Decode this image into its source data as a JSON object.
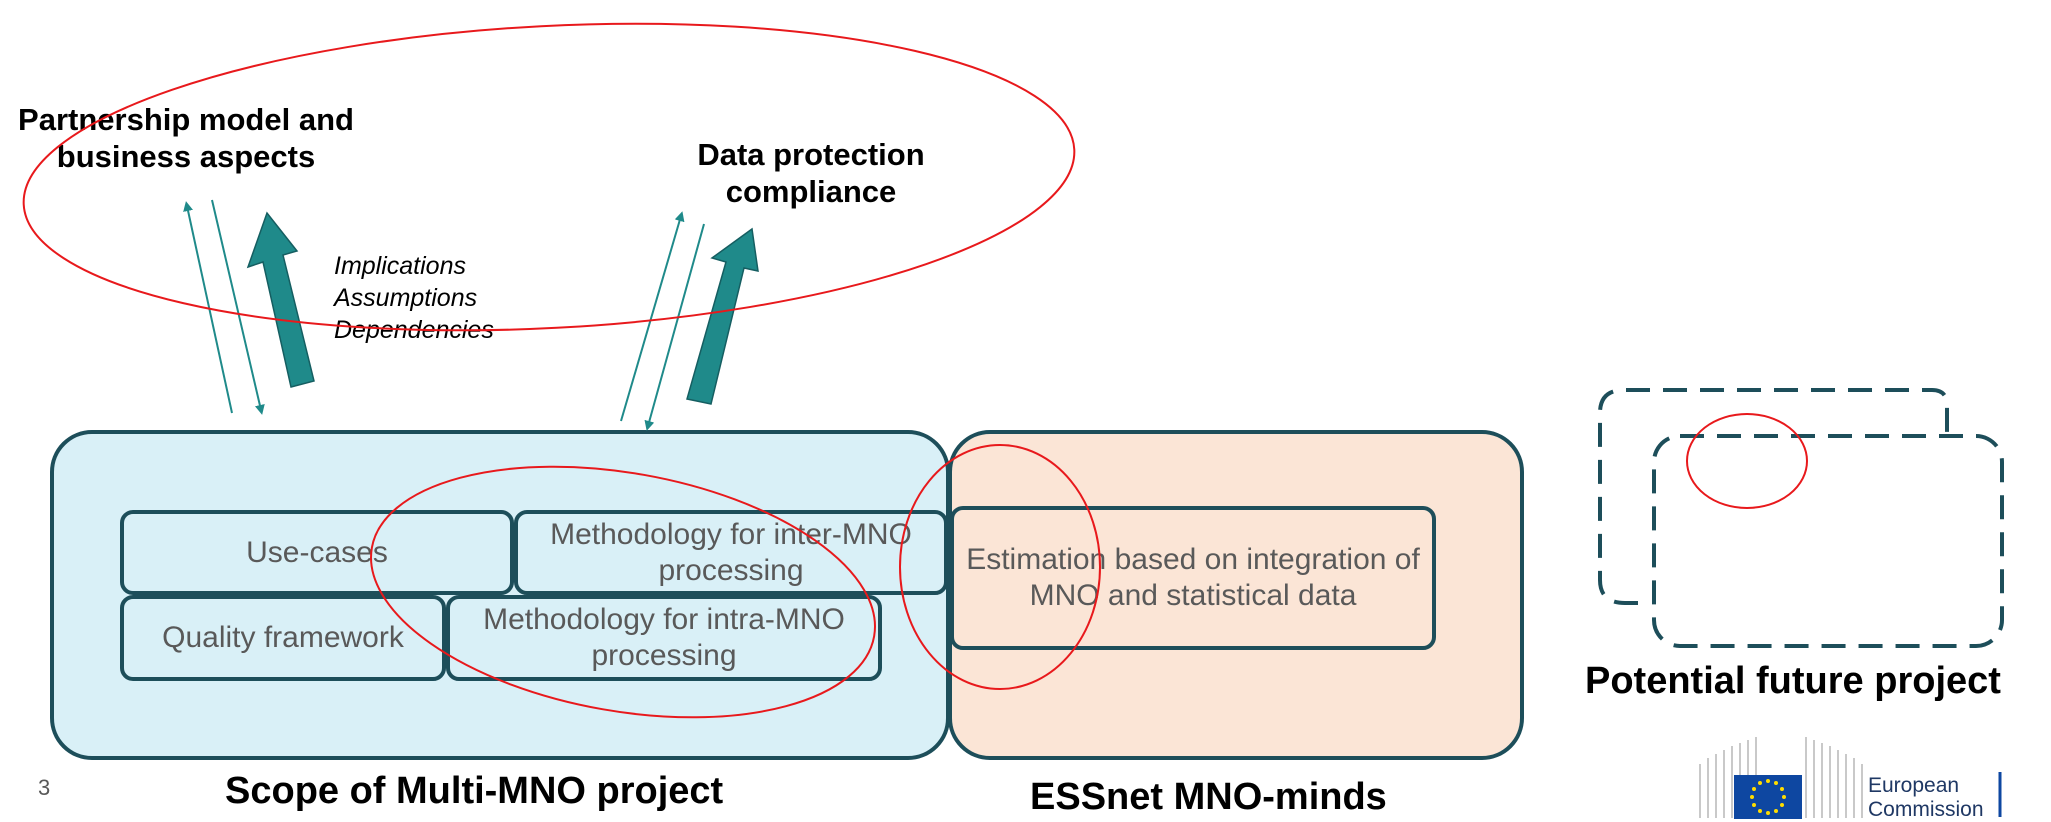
{
  "top_labels": {
    "partnership": "Partnership model and business aspects",
    "data_protection": "Data protection compliance"
  },
  "implications_list": [
    "Implications",
    "Assumptions",
    "Dependencies"
  ],
  "multi_mno": {
    "caption": "Scope of Multi-MNO project",
    "boxes": {
      "use_cases": "Use-cases",
      "inter_mno": "Methodology for inter-MNO processing",
      "quality": "Quality framework",
      "intra_mno": "Methodology for intra-MNO processing"
    }
  },
  "essnet": {
    "caption": "ESSnet MNO-minds",
    "box": "Estimation based on integration of MNO and statistical data"
  },
  "future": {
    "caption": "Potential future project"
  },
  "page_number": "3",
  "logo": {
    "line1": "European",
    "line2": "Commission"
  },
  "colors": {
    "teal_arrow": "#1f8a8a",
    "box_border": "#1d4e5a",
    "multi_mno_fill": "#d9f0f7",
    "essnet_fill": "#fbe5d6",
    "annotation_red": "#e8191c",
    "eu_blue": "#0e47a1",
    "eu_star": "#ffdd00"
  }
}
